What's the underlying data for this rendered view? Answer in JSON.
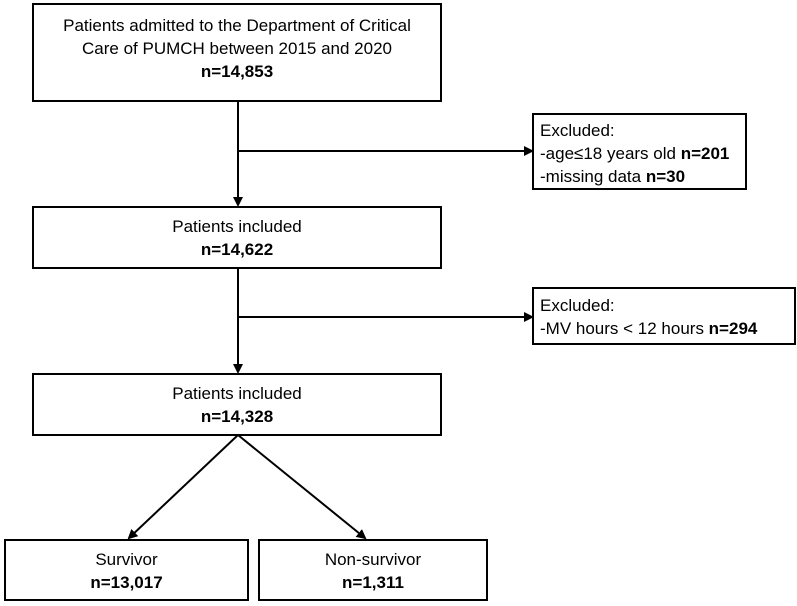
{
  "boxes": {
    "admitted": {
      "line1": "Patients admitted to the Department of Critical",
      "line2": "Care of PUMCH between 2015 and 2020",
      "count": "n=14,853"
    },
    "excluded1": {
      "title": "Excluded:",
      "item1_text": "-age≤18 years old ",
      "item1_count": "n=201",
      "item2_text": "-missing data ",
      "item2_count": "n=30"
    },
    "included1": {
      "title": "Patients included",
      "count": "n=14,622"
    },
    "excluded2": {
      "title": "Excluded:",
      "item1_text": "-MV hours < 12 hours ",
      "item1_count": "n=294"
    },
    "included2": {
      "title": "Patients included",
      "count": "n=14,328"
    },
    "survivor": {
      "title": "Survivor",
      "count": "n=13,017"
    },
    "nonsurvivor": {
      "title": "Non-survivor",
      "count": "n=1,311"
    }
  }
}
